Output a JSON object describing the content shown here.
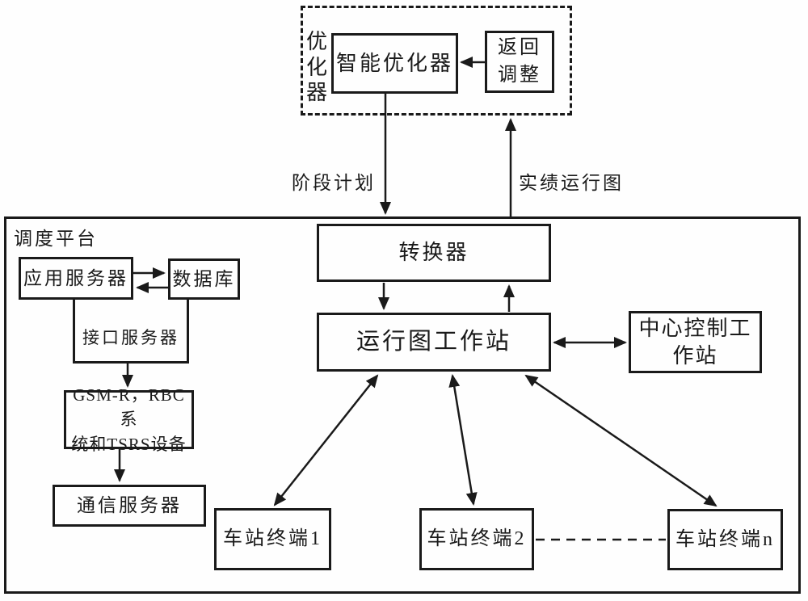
{
  "diagram": {
    "optimizer_group": {
      "group_label": "优\n化\n器",
      "nodes": {
        "intelligent_optimizer": "智能优化器",
        "feedback_adjust": "返回\n调整"
      }
    },
    "edge_labels": {
      "stage_plan": "阶段计划",
      "actual_operation_diagram": "实绩运行图"
    },
    "platform": {
      "group_label": "调度平台",
      "nodes": {
        "app_server": "应用服务器",
        "database": "数据库",
        "interface_server": "接口服务器",
        "gsm_rbc_tsrs": "GSM-R，RBC系\n统和TSRS设备",
        "comm_server": "通信服务器",
        "converter": "转换器",
        "diagram_workstation": "运行图工作站",
        "central_control_workstation": "中心控制工\n作站",
        "station_terminal_1": "车站终端1",
        "station_terminal_2": "车站终端2",
        "station_terminal_n": "车站终端n"
      }
    },
    "colors": {
      "line": "#1a1a1a",
      "background": "#fefefe"
    }
  }
}
